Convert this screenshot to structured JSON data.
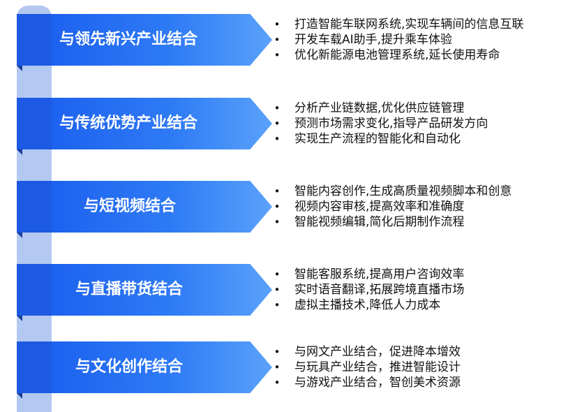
{
  "colors": {
    "arrow_start": "#1d62ef",
    "arrow_end": "#5aa2fb",
    "tab": "#1c5ae3",
    "vertical_bar": "#b3c9f2",
    "text": "#111111"
  },
  "icons": {
    "bullet": "•"
  },
  "rows": [
    {
      "title": "与领先新兴产业结合",
      "items": [
        "打造智能车联网系统,实现车辆间的信息互联",
        "开发车载AI助手,提升乘车体验",
        "优化新能源电池管理系统,延长使用寿命"
      ]
    },
    {
      "title": "与传统优势产业结合",
      "items": [
        "分析产业链数据,优化供应链管理",
        "预测市场需求变化,指导产品研发方向",
        "实现生产流程的智能化和自动化"
      ]
    },
    {
      "title": "与短视频结合",
      "items": [
        "智能内容创作,生成高质量视频脚本和创意",
        "视频内容审核,提高效率和准确度",
        "智能视频编辑,简化后期制作流程"
      ]
    },
    {
      "title": "与直播带货结合",
      "items": [
        "智能客服系统,提高用户咨询效率",
        "实时语音翻译,拓展跨境直播市场",
        "虚拟主播技术,降低人力成本"
      ]
    },
    {
      "title": "与文化创作结合",
      "items": [
        "与网文产业结合，促进降本增效",
        "与玩具产业结合，推进智能设计",
        "与游戏产业结合，智创美术资源"
      ]
    }
  ]
}
